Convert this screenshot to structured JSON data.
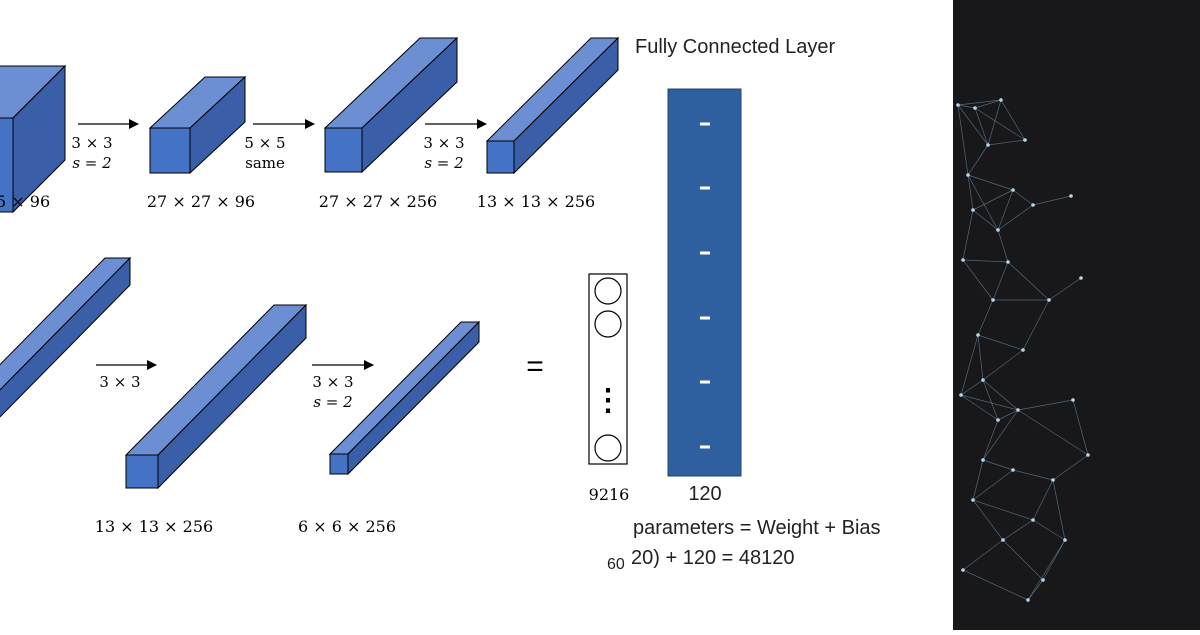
{
  "diagram": {
    "row1": {
      "dims": [
        "5 × 96",
        "27 × 27 × 96",
        "27 × 27 × 256",
        "13 × 13 × 256"
      ],
      "ops": [
        {
          "line1": "3 × 3",
          "line2": "s = 2"
        },
        {
          "line1": "5 × 5",
          "line2": "same"
        },
        {
          "line1": "3 × 3",
          "line2": "s = 2"
        }
      ]
    },
    "row2": {
      "dims": [
        "13 × 13 × 256",
        "6 × 6 × 256"
      ],
      "ops": [
        {
          "line1": "3 × 3",
          "line2": ""
        },
        {
          "line1": "3 × 3",
          "line2": "s = 2"
        }
      ],
      "equals": "="
    },
    "flatten": {
      "size_label": "9216",
      "ellipsis": "⋮"
    },
    "fc": {
      "title": "Fully Connected Layer",
      "size_label": "120",
      "neuron_marks": [
        "-",
        "-",
        "-",
        "-",
        "-",
        "-"
      ]
    },
    "formula": {
      "line1": "parameters = Weight + Bias",
      "line2_prefix": "60",
      "line2": "20) + 120 = 48120"
    }
  },
  "colors": {
    "block_front": "#4472c4",
    "block_top": "#6c8fd4",
    "block_side": "#3b5ea8",
    "fc_bar": "#2e5f9e",
    "panel_bg": "#18181a",
    "network": "#7fa8c4"
  }
}
